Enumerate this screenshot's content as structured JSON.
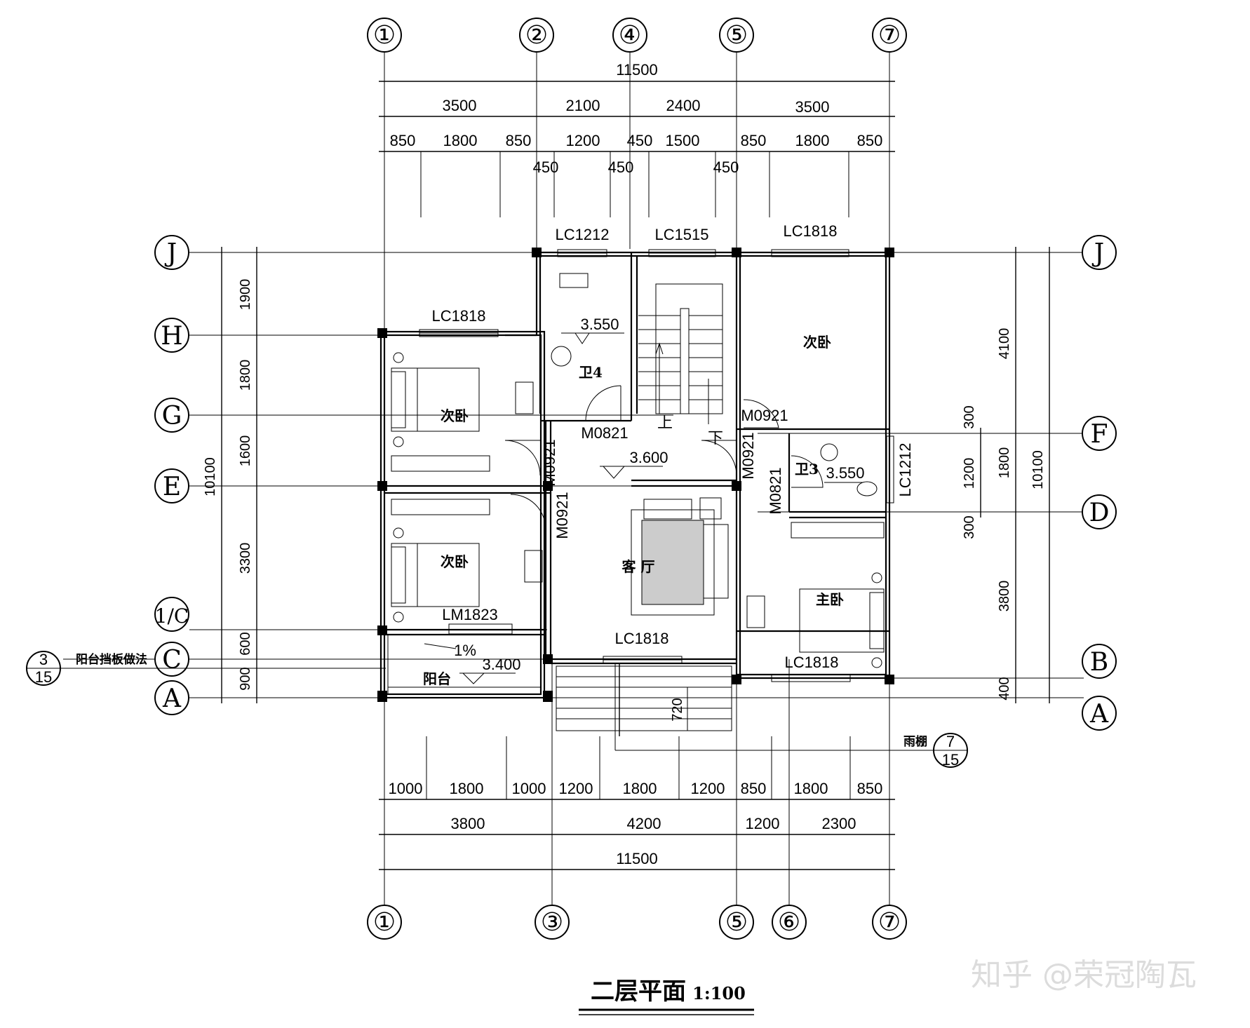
{
  "axes": {
    "top": [
      "①",
      "②",
      "④",
      "⑤",
      "⑦"
    ],
    "bottom": [
      "①",
      "③",
      "⑤",
      "⑥",
      "⑦"
    ],
    "left": [
      "J",
      "H",
      "G",
      "E",
      "1/C",
      "C",
      "A"
    ],
    "right": [
      "J",
      "F",
      "D",
      "B",
      "A"
    ]
  },
  "dims": {
    "top_total": "11500",
    "top_mid": [
      "3500",
      "2100",
      "2400",
      "3500"
    ],
    "top_small": [
      "850",
      "1800",
      "850",
      "1200",
      "450",
      "1500",
      "850",
      "1800",
      "850"
    ],
    "top_450": [
      "450",
      "450",
      "450"
    ],
    "bottom_small": [
      "1000",
      "1800",
      "1000",
      "1200",
      "1800",
      "1200",
      "850",
      "1800",
      "850"
    ],
    "bottom_mid": [
      "3800",
      "4200",
      "1200",
      "2300"
    ],
    "bottom_total": "11500",
    "left_small": [
      "1900",
      "1800",
      "1600",
      "3300",
      "600",
      "900"
    ],
    "left_total": "10100",
    "right_small": [
      "4100",
      "300",
      "1200",
      "300",
      "3800",
      "400"
    ],
    "right_mid": "1800",
    "right_total": "10100",
    "canopy": "720"
  },
  "windows": [
    "LC1212",
    "LC1515",
    "LC1818",
    "LC1818",
    "LC1818",
    "LC1818",
    "LC1212"
  ],
  "doors": [
    "M0821",
    "M0921",
    "M0921",
    "M0921",
    "M0921",
    "M0821",
    "LM1823"
  ],
  "rooms": {
    "bed_tl": "次卧",
    "bed_ml": "次卧",
    "bed_tr": "次卧",
    "master": "主卧",
    "living": "客 厅",
    "wc4": "卫4",
    "wc3": "卫3",
    "balcony": "阳台"
  },
  "levels": [
    "3.550",
    "3.600",
    "3.550",
    "3.400"
  ],
  "slope": "1%",
  "stair": {
    "up": "上",
    "down": "下"
  },
  "callouts": {
    "balcony_ref_num": "3",
    "balcony_ref_den": "15",
    "balcony_ref_label": "阳台挡板做法",
    "canopy_ref_num": "7",
    "canopy_ref_den": "15",
    "canopy_label": "雨棚"
  },
  "title": {
    "name": "二层平面",
    "scale": "1:100"
  },
  "watermark": "知乎 @荣冠陶瓦"
}
